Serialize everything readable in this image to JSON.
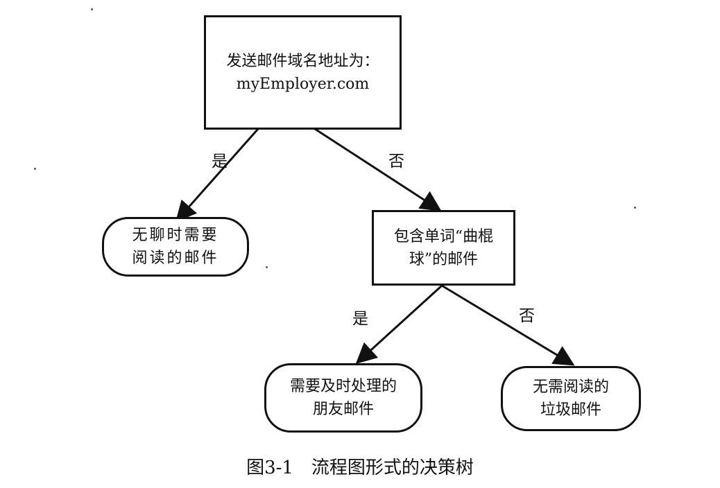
{
  "nodes": {
    "root": {
      "lines": [
        "发送邮件域名地址为：",
        "myEmployer.com"
      ]
    },
    "leaf_boring": {
      "lines": [
        "无聊时需要",
        "阅读的邮件"
      ]
    },
    "hockey": {
      "lines": [
        "包含单词“曲棍",
        "球”的邮件"
      ]
    },
    "leaf_friend": {
      "lines": [
        "需要及时处理的",
        "朋友邮件"
      ]
    },
    "leaf_spam": {
      "lines": [
        "无需阅读的",
        "垃圾邮件"
      ]
    }
  },
  "edges": {
    "root_yes": "是",
    "root_no": "否",
    "hockey_yes": "是",
    "hockey_no": "否"
  },
  "caption": "图3-1　流程图形式的决策树",
  "colors": {
    "stroke": "#111111",
    "background": "#ffffff"
  }
}
